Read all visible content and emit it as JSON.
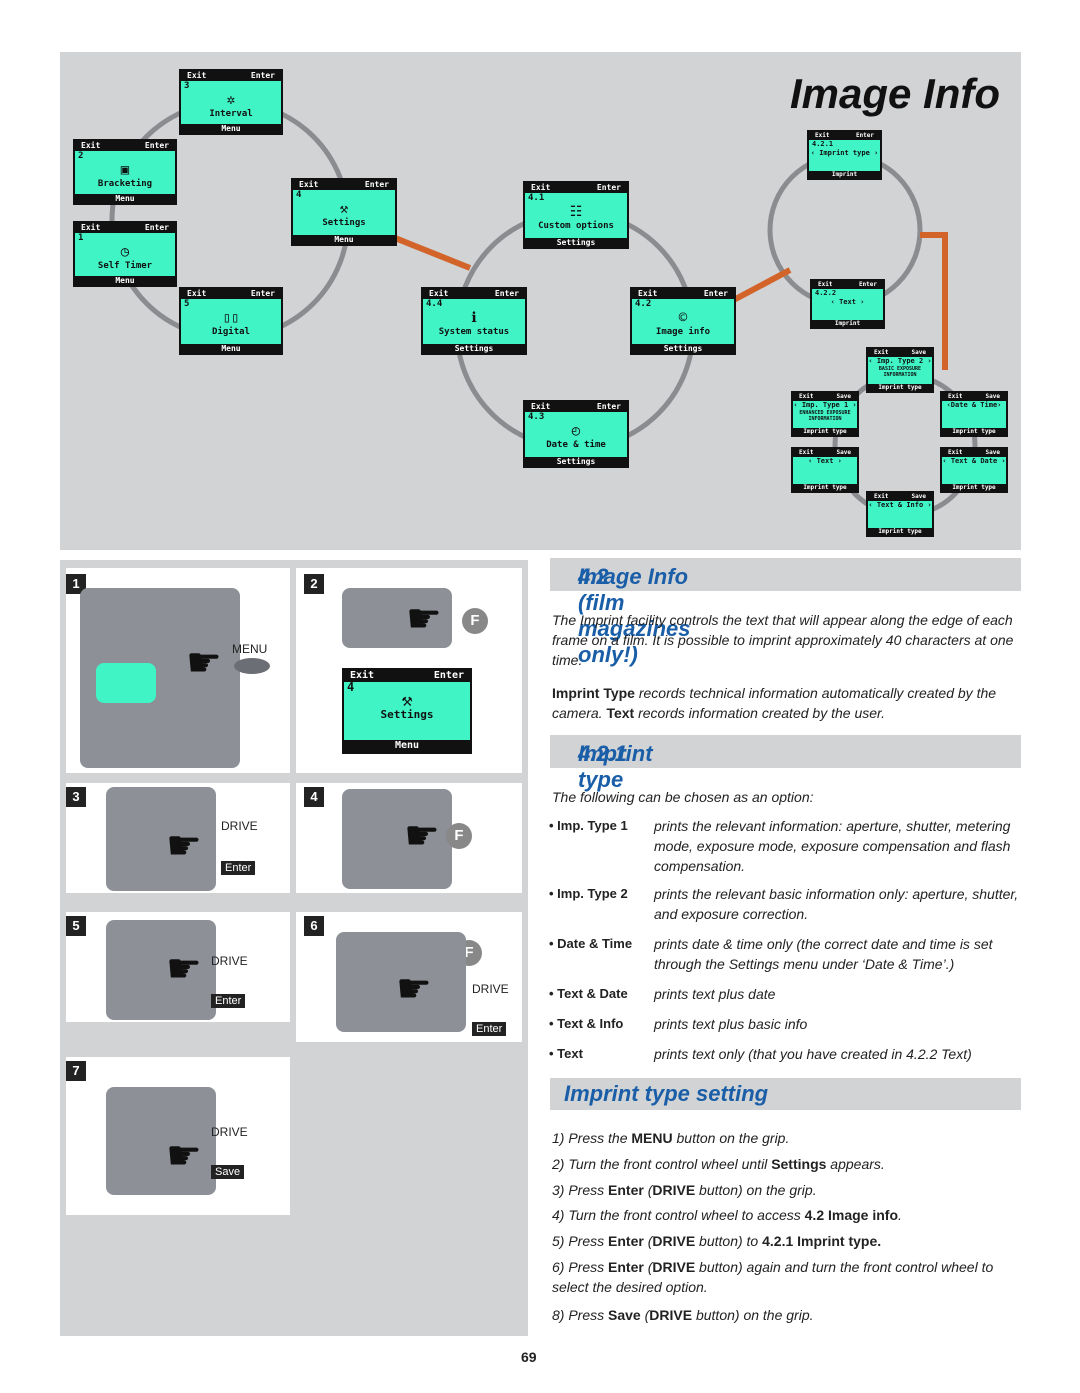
{
  "title": "Image Info",
  "page_number": "69",
  "screens": {
    "interval": {
      "exit": "Exit",
      "enter": "Enter",
      "num": "3",
      "icon": "✲",
      "label": "Interval",
      "footer": "Menu"
    },
    "bracketing": {
      "exit": "Exit",
      "enter": "Enter",
      "num": "2",
      "icon": "▣",
      "label": "Bracketing",
      "footer": "Menu"
    },
    "self_timer": {
      "exit": "Exit",
      "enter": "Enter",
      "num": "1",
      "icon": "◷",
      "label": "Self Timer",
      "footer": "Menu"
    },
    "digital": {
      "exit": "Exit",
      "enter": "Enter",
      "num": "5",
      "icon": "▯▯",
      "label": "Digital",
      "footer": "Menu"
    },
    "settings": {
      "exit": "Exit",
      "enter": "Enter",
      "num": "4",
      "icon": "⚒",
      "label": "Settings",
      "footer": "Menu"
    },
    "custom_options": {
      "exit": "Exit",
      "enter": "Enter",
      "num": "4.1",
      "icon": "☷",
      "label": "Custom options",
      "footer": "Settings"
    },
    "system_status": {
      "exit": "Exit",
      "enter": "Enter",
      "num": "4.4",
      "icon": "ℹ",
      "label": "System status",
      "footer": "Settings"
    },
    "image_info": {
      "exit": "Exit",
      "enter": "Enter",
      "num": "4.2",
      "icon": "©",
      "label": "Image info",
      "footer": "Settings"
    },
    "date_time": {
      "exit": "Exit",
      "enter": "Enter",
      "num": "4.3",
      "icon": "◴",
      "label": "Date & time",
      "footer": "Settings"
    },
    "imprint_type": {
      "exit": "Exit",
      "enter": "Enter",
      "num": "4.2.1",
      "label": "‹ Imprint type ›",
      "footer": "Imprint"
    },
    "text": {
      "exit": "Exit",
      "enter": "Enter",
      "num": "4.2.2",
      "label": "‹ Text ›",
      "footer": "Imprint"
    },
    "imp_type_2": {
      "exit": "Exit",
      "enter": "Save",
      "label": "‹ Imp. Type 2 ›",
      "sub": "BASIC EXPOSURE INFORMATION",
      "footer": "Imprint type"
    },
    "imp_type_1": {
      "exit": "Exit",
      "enter": "Save",
      "label": "‹ Imp. Type 1 ›",
      "sub": "ENHANCED EXPOSURE INFORMATION",
      "footer": "Imprint type"
    },
    "date_time_opt": {
      "exit": "Exit",
      "enter": "Save",
      "label": "‹Date & Time›",
      "footer": "Imprint type"
    },
    "text_opt": {
      "exit": "Exit",
      "enter": "Save",
      "label": "‹ Text ›",
      "footer": "Imprint type"
    },
    "text_date_opt": {
      "exit": "Exit",
      "enter": "Save",
      "label": "‹ Text & Date ›",
      "footer": "Imprint type"
    },
    "text_info_opt": {
      "exit": "Exit",
      "enter": "Save",
      "label": "‹ Text & Info ›",
      "footer": "Imprint type"
    }
  },
  "photos": {
    "p1": {
      "num": "1",
      "button": "MENU"
    },
    "p2": {
      "num": "2",
      "exit": "Exit",
      "enter": "Enter",
      "screen_num": "4",
      "label": "Settings",
      "footer": "Menu"
    },
    "p3": {
      "num": "3",
      "button": "DRIVE",
      "tag": "Enter"
    },
    "p4": {
      "num": "4"
    },
    "p5": {
      "num": "5",
      "button": "DRIVE",
      "tag": "Enter"
    },
    "p6": {
      "num": "6",
      "button": "DRIVE",
      "tag": "Enter"
    },
    "p7": {
      "num": "7",
      "button": "DRIVE",
      "tag": "Save"
    },
    "f_label": "F"
  },
  "section_42": {
    "number": "4.2",
    "title": "Image Info (film magazines only!)"
  },
  "intro": "The Imprint facility controls the text that will appear along the edge of each frame on a film. It is possible to imprint approximately 40 characters at one time.",
  "intro2": {
    "t1": "Imprint Type",
    "t2": " records technical information automatically created by the camera. ",
    "t3": "Text",
    "t4": " records information created by the user."
  },
  "section_421": {
    "number": "4.2.1",
    "title": "Imprint type"
  },
  "options_intro": "The following can be chosen as an option:",
  "options": [
    {
      "key": "• Imp. Type 1",
      "value": "prints the relevant information: aperture, shutter, metering mode, exposure mode, exposure compensation and flash compensation."
    },
    {
      "key": "• Imp. Type 2",
      "value": "prints the relevant basic information only: aperture, shutter, and exposure correction."
    },
    {
      "key": "• Date & Time",
      "value": "prints date & time only (the correct date and time is set through the Settings menu under ‘Date & Time’.)"
    },
    {
      "key": "• Text & Date",
      "value": "prints text plus date"
    },
    {
      "key": "• Text & Info",
      "value": "prints text plus basic info"
    },
    {
      "key": "• Text",
      "value": "prints text only (that you have created in 4.2.2 Text)"
    }
  ],
  "setting_title": "Imprint type setting",
  "steps": {
    "s1": {
      "a": "1)   Press the ",
      "b": "MENU",
      "c": " button on the grip."
    },
    "s2": {
      "a": "2)   Turn the front control wheel until ",
      "b": "Settings",
      "c": " appears."
    },
    "s3": {
      "a": "3)   Press ",
      "b": "Enter",
      "c": " (",
      "d": "DRIVE",
      "e": " button) on the grip."
    },
    "s4": {
      "a": "4)   Turn the front control wheel to access ",
      "b": "4.2 Image info",
      "c": "."
    },
    "s5": {
      "a": "5)   Press ",
      "b": "Enter",
      "c": " (",
      "d": "DRIVE",
      "e": " button) to ",
      "f": "4.2.1 Imprint type."
    },
    "s6": {
      "a": "6)   Press ",
      "b": "Enter",
      "c": " (",
      "d": "DRIVE",
      "e": " button) again and turn the front control wheel to select the desired option."
    },
    "s8": {
      "a": "8)   Press ",
      "b": "Save",
      "c": " (",
      "d": "DRIVE",
      "e": " button) on the grip."
    }
  },
  "colors": {
    "lcd": "#40f4c6",
    "panel": "#d2d3d5",
    "heading_blue": "#1a5ea8",
    "connector": "#d2642a"
  }
}
